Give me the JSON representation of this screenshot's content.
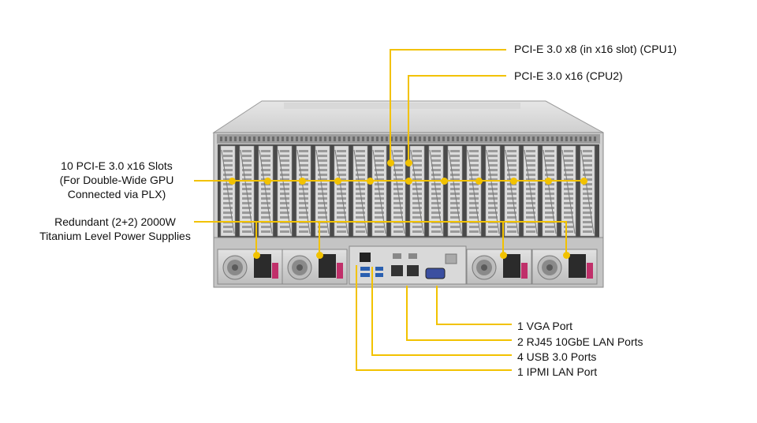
{
  "callouts": {
    "pcie_cpu1": "PCI-E 3.0 x8 (in x16 slot) (CPU1)",
    "pcie_cpu2": "PCI-E 3.0 x16 (CPU2)",
    "gpu_slots": [
      "10 PCI-E 3.0 x16 Slots",
      "(For Double-Wide GPU",
      "Connected via PLX)"
    ],
    "power": [
      "Redundant  (2+2) 2000W",
      "Titanium  Level Power Supplies"
    ],
    "vga": "1 VGA Port",
    "rj45": "2 RJ45  10GbE LAN Ports",
    "usb": "4 USB 3.0 Ports",
    "ipmi": "1 IPMI  LAN Port"
  },
  "colors": {
    "callout_line": "#f2c200",
    "chassis_metal": "#c9c9c9",
    "chassis_dark": "#3a3a3a",
    "label_text": "#111111"
  }
}
